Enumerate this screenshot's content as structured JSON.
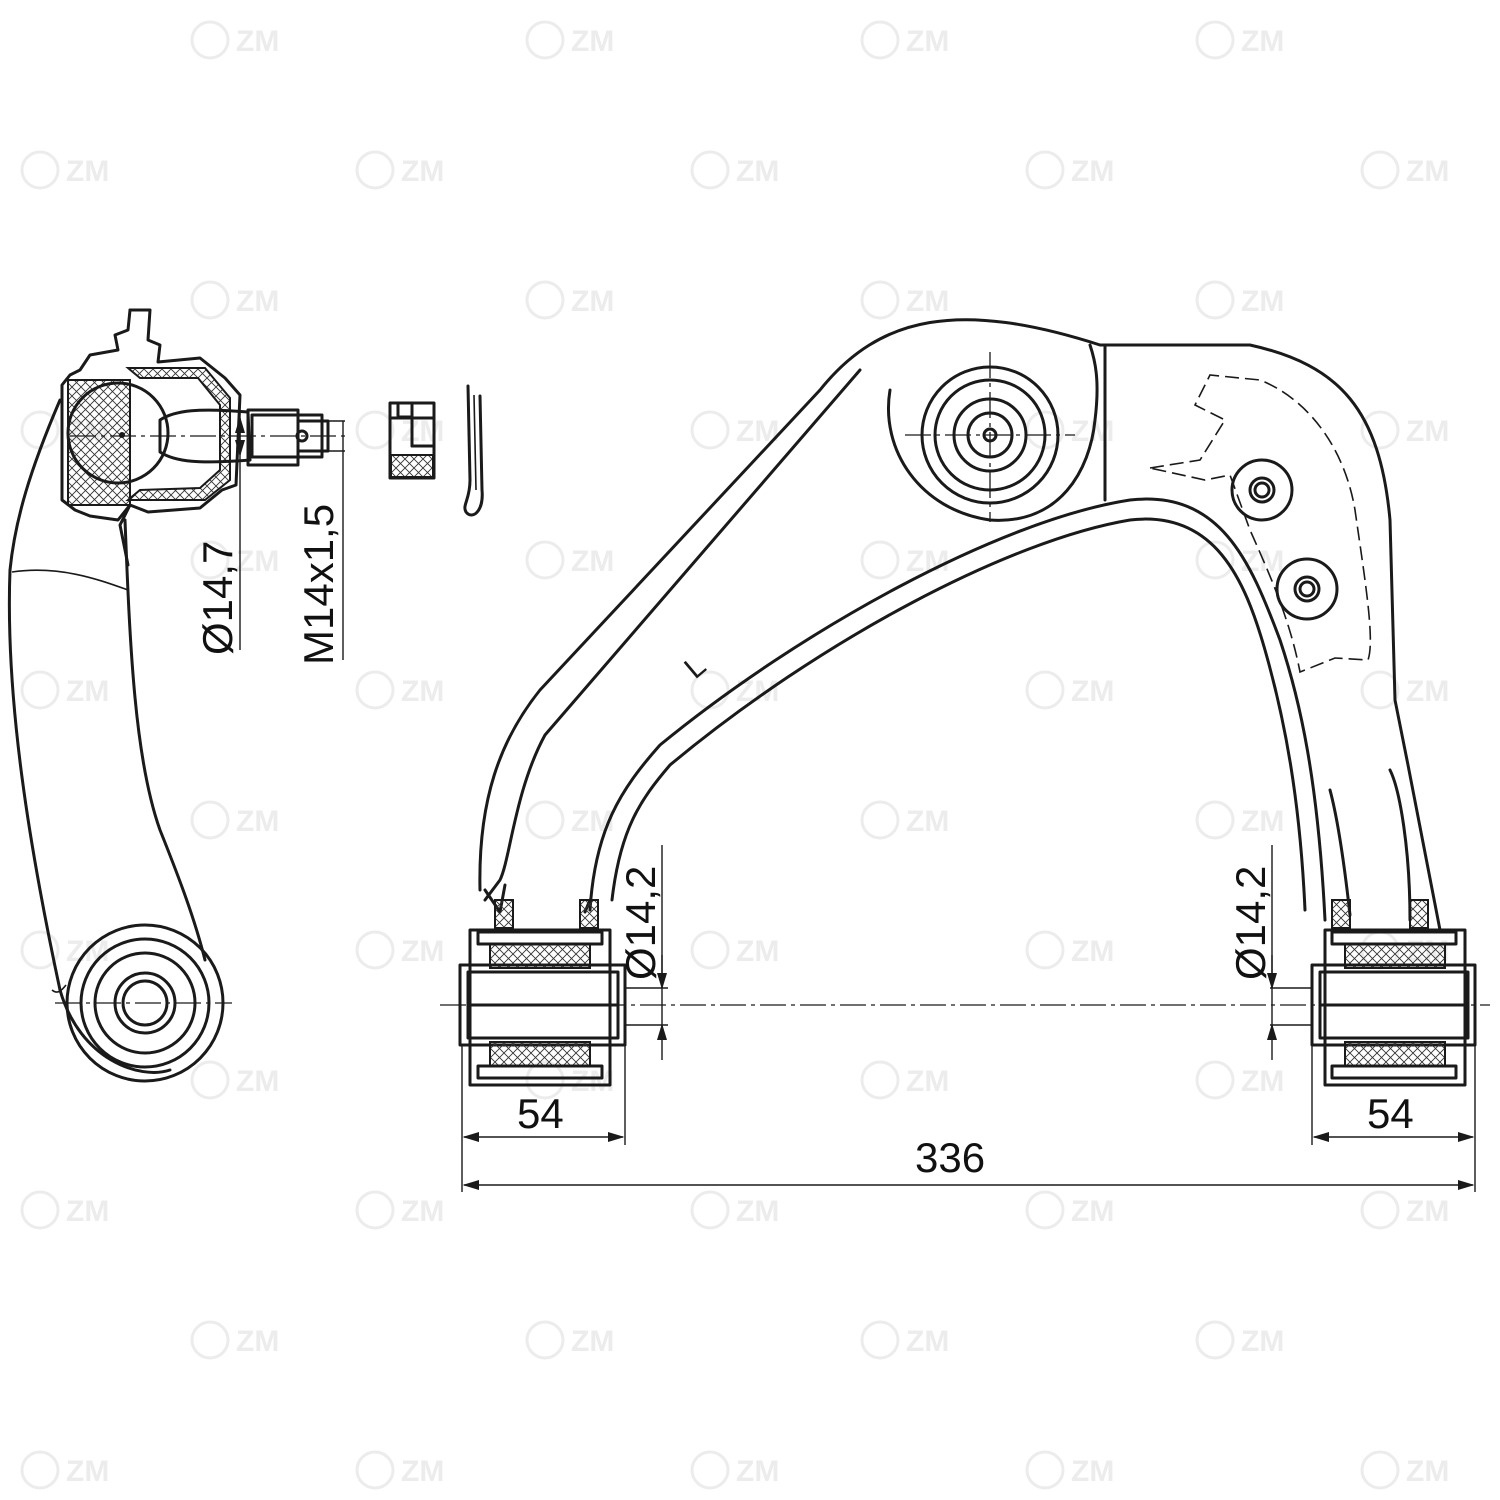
{
  "watermark": {
    "text": "ZM",
    "color": "#ececec"
  },
  "part_label": "L",
  "dimensions": {
    "ball_stud_diameter": "Ø14,7",
    "thread": "M14x1,5",
    "bushing_left_diameter": "Ø14,2",
    "bushing_right_diameter": "Ø14,2",
    "bushing_left_width": "54",
    "bushing_right_width": "54",
    "overall_length": "336"
  },
  "colors": {
    "line": "#1a1a1a",
    "background": "#ffffff"
  }
}
